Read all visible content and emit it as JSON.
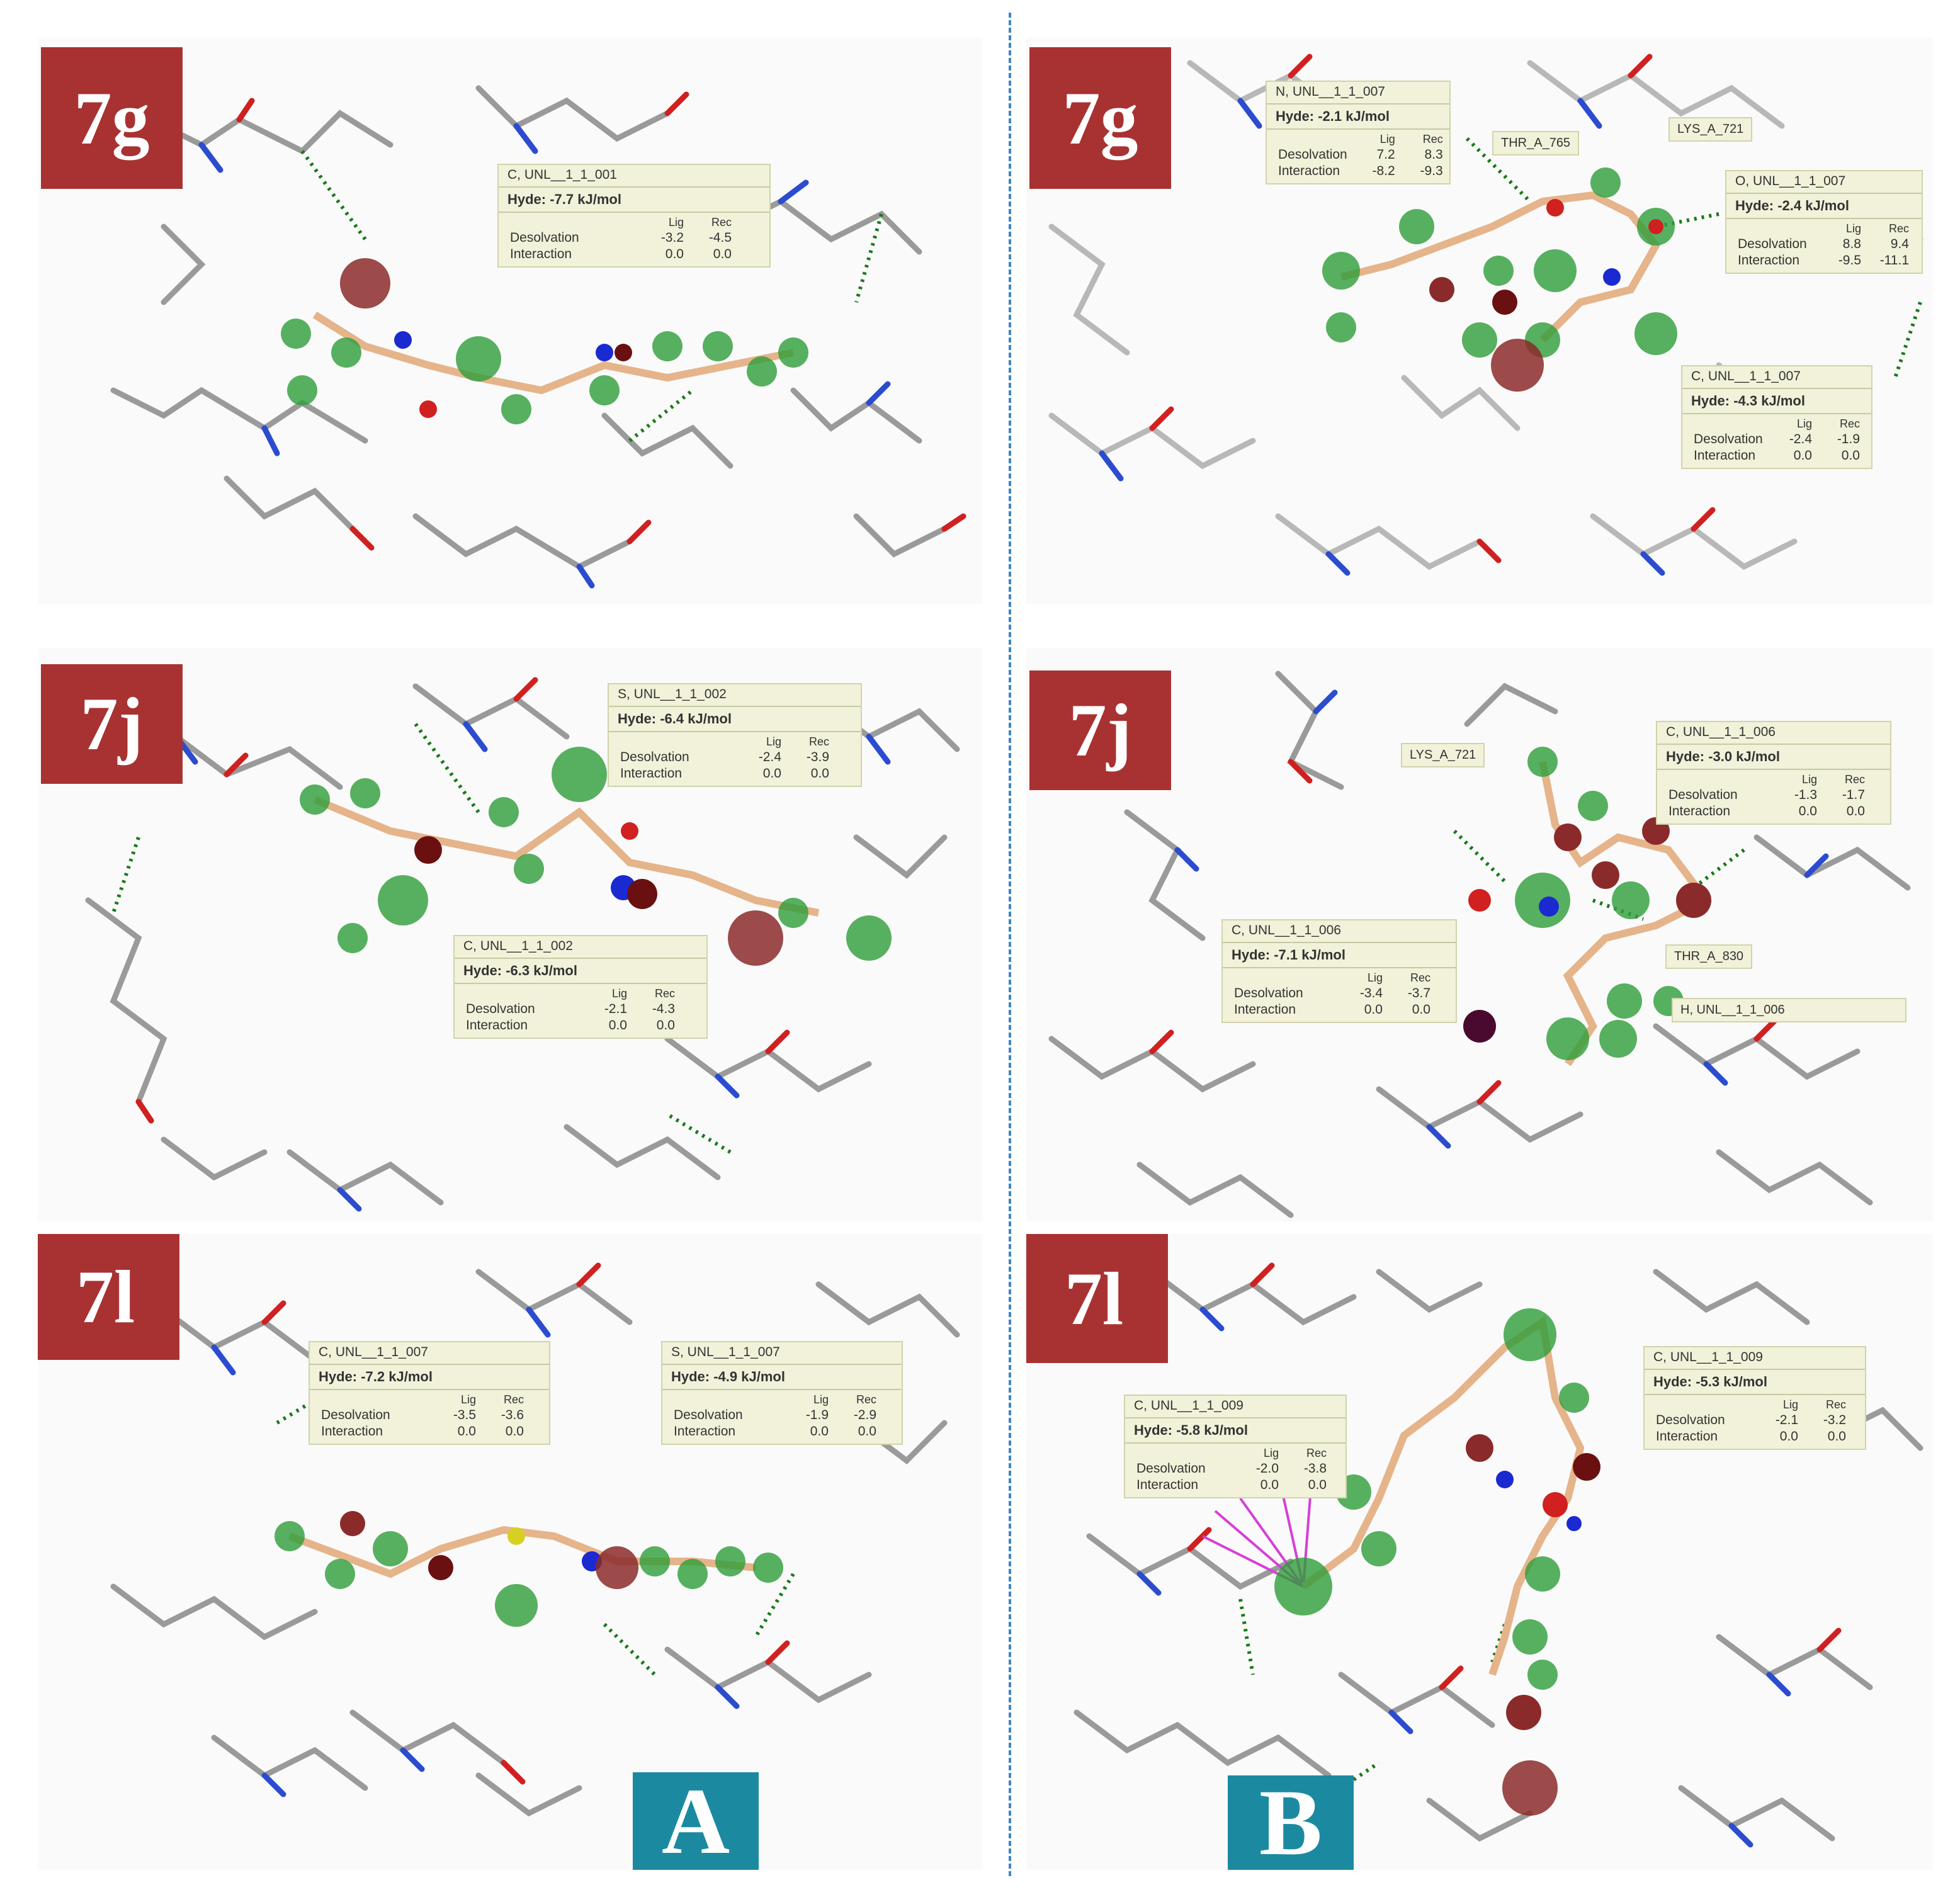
{
  "col_labels": {
    "a": "A",
    "b": "B"
  },
  "row_labels": {
    "g": "7g",
    "j": "7j",
    "l": "7l"
  },
  "headers": {
    "lig": "Lig",
    "rec": "Rec",
    "desolvation": "Desolvation",
    "interaction": "Interaction"
  },
  "tooltips": {
    "a_g": {
      "atom": "C, UNL__1_1_001",
      "hyde": "Hyde: -7.7 kJ/mol",
      "des_lig": "-3.2",
      "des_rec": "-4.5",
      "int_lig": "0.0",
      "int_rec": "0.0"
    },
    "a_j1": {
      "atom": "S, UNL__1_1_002",
      "hyde": "Hyde: -6.4 kJ/mol",
      "des_lig": "-2.4",
      "des_rec": "-3.9",
      "int_lig": "0.0",
      "int_rec": "0.0"
    },
    "a_j2": {
      "atom": "C, UNL__1_1_002",
      "hyde": "Hyde: -6.3 kJ/mol",
      "des_lig": "-2.1",
      "des_rec": "-4.3",
      "int_lig": "0.0",
      "int_rec": "0.0"
    },
    "a_l1": {
      "atom": "C, UNL__1_1_007",
      "hyde": "Hyde: -7.2 kJ/mol",
      "des_lig": "-3.5",
      "des_rec": "-3.6",
      "int_lig": "0.0",
      "int_rec": "0.0"
    },
    "a_l2": {
      "atom": "S, UNL__1_1_007",
      "hyde": "Hyde: -4.9 kJ/mol",
      "des_lig": "-1.9",
      "des_rec": "-2.9",
      "int_lig": "0.0",
      "int_rec": "0.0"
    },
    "b_g1": {
      "atom": "N, UNL__1_1_007",
      "hyde": "Hyde: -2.1 kJ/mol",
      "des_lig": "7.2",
      "des_rec": "8.3",
      "int_lig": "-8.2",
      "int_rec": "-9.3"
    },
    "b_g2": {
      "atom": "O, UNL__1_1_007",
      "hyde": "Hyde: -2.4 kJ/mol",
      "des_lig": "8.8",
      "des_rec": "9.4",
      "int_lig": "-9.5",
      "int_rec": "-11.1"
    },
    "b_g3": {
      "atom": "C, UNL__1_1_007",
      "hyde": "Hyde: -4.3 kJ/mol",
      "des_lig": "-2.4",
      "des_rec": "-1.9",
      "int_lig": "0.0",
      "int_rec": "0.0"
    },
    "b_j1": {
      "atom": "C, UNL__1_1_006",
      "hyde": "Hyde: -3.0 kJ/mol",
      "des_lig": "-1.3",
      "des_rec": "-1.7",
      "int_lig": "0.0",
      "int_rec": "0.0"
    },
    "b_j2": {
      "atom": "C, UNL__1_1_006",
      "hyde": "Hyde: -7.1 kJ/mol",
      "des_lig": "-3.4",
      "des_rec": "-3.7",
      "int_lig": "0.0",
      "int_rec": "0.0"
    },
    "b_l1": {
      "atom": "C, UNL__1_1_009",
      "hyde": "Hyde: -5.8 kJ/mol",
      "des_lig": "-2.0",
      "des_rec": "-3.8",
      "int_lig": "0.0",
      "int_rec": "0.0"
    },
    "b_l2": {
      "atom": "C, UNL__1_1_009",
      "hyde": "Hyde: -5.3 kJ/mol",
      "des_lig": "-2.1",
      "des_rec": "-3.2",
      "int_lig": "0.0",
      "int_rec": "0.0"
    }
  },
  "residues": {
    "thr_765": "THR_A_765",
    "lys_721a": "LYS_A_721",
    "lys_721b": "LYS_A_721",
    "thr_830": "THR_A_830",
    "h_006": "H, UNL__1_1_006"
  },
  "colors": {
    "label_red": "#a83232",
    "label_teal": "#1b8aa0",
    "divider": "#3d86c6",
    "favorable": "#2e9e3a",
    "unfavorable": "#8b2a2a",
    "carbon_lig": "#e6b48a",
    "backbone": "#9a9a9a"
  }
}
